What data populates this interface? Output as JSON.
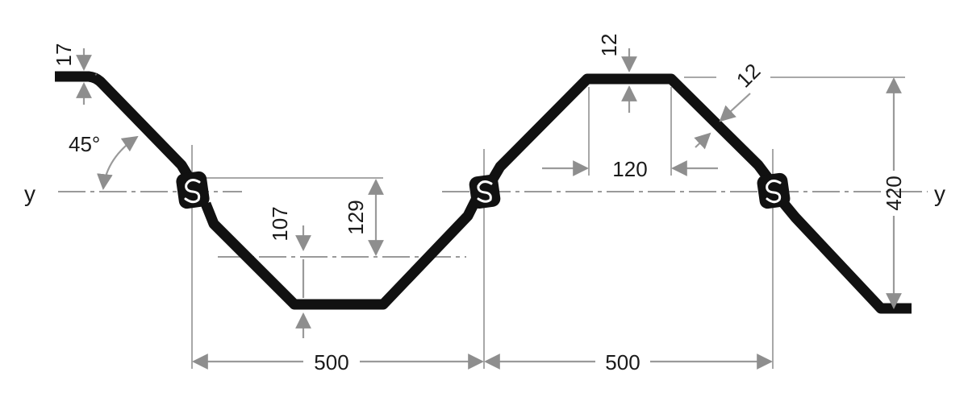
{
  "diagram": {
    "axis_label_left": "y",
    "axis_label_right": "y",
    "angle_label": "45°",
    "dimensions": {
      "top_flange_thickness_left": "17",
      "top_flange_thickness_center": "12",
      "web_thickness": "12",
      "flange_width": "120",
      "depth_to_neutral_axis_bottom": "107",
      "depth_lower": "129",
      "total_height": "420",
      "pitch_left": "500",
      "pitch_right": "500"
    },
    "colors": {
      "profile": "#111111",
      "dimension_lines": "#9a9a9a"
    }
  }
}
